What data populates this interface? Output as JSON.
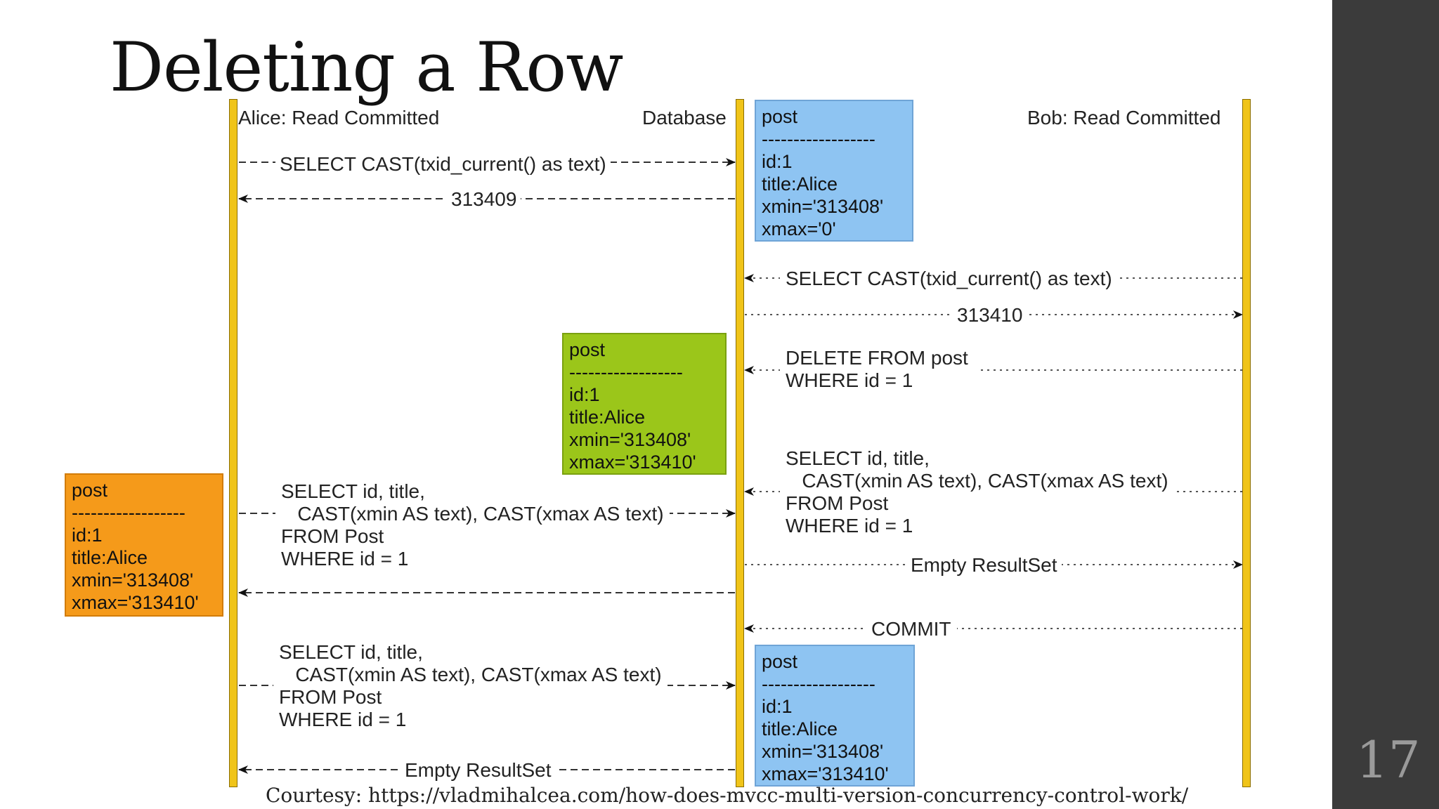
{
  "slide": {
    "title": "Deleting a Row",
    "page_number": "17",
    "courtesy": "Courtesy: https://vladmihalcea.com/how-does-mvcc-multi-version-concurrency-control-work/"
  },
  "diagram": {
    "participants": {
      "alice": "Alice: Read Committed",
      "database": "Database",
      "bob": "Bob: Read Committed"
    },
    "messages": {
      "alice_select_txid": "SELECT CAST(txid_current() as text)",
      "alice_txid_result": "313409",
      "bob_select_txid": "SELECT CAST(txid_current() as text)",
      "bob_txid_result": "313410",
      "bob_delete": "DELETE FROM post\nWHERE id = 1",
      "bob_select": "SELECT id, title,\n   CAST(xmin AS text), CAST(xmax AS text)\nFROM Post\nWHERE id = 1",
      "bob_select_result": "Empty ResultSet",
      "alice_select_1": "SELECT id, title,\n   CAST(xmin AS text), CAST(xmax AS text)\nFROM Post\nWHERE id = 1",
      "bob_commit": "COMMIT",
      "alice_select_2": "SELECT id, title,\n   CAST(xmin AS text), CAST(xmax AS text)\nFROM Post\nWHERE id = 1",
      "alice_select_2_result": "Empty ResultSet"
    },
    "rows": {
      "initial": "post\n------------------\nid:1\ntitle:Alice\nxmin='313408'\nxmax='0'",
      "deleted": "post\n------------------\nid:1\ntitle:Alice\nxmin='313408'\nxmax='313410'",
      "alice_view": "post\n------------------\nid:1\ntitle:Alice\nxmin='313408'\nxmax='313410'",
      "final": "post\n------------------\nid:1\ntitle:Alice\nxmin='313408'\nxmax='313410'"
    },
    "colors": {
      "lifeline": "#f0c419",
      "row_blue": "#8ec4f2",
      "row_green": "#9bc61a",
      "row_orange": "#f59a1a"
    }
  }
}
